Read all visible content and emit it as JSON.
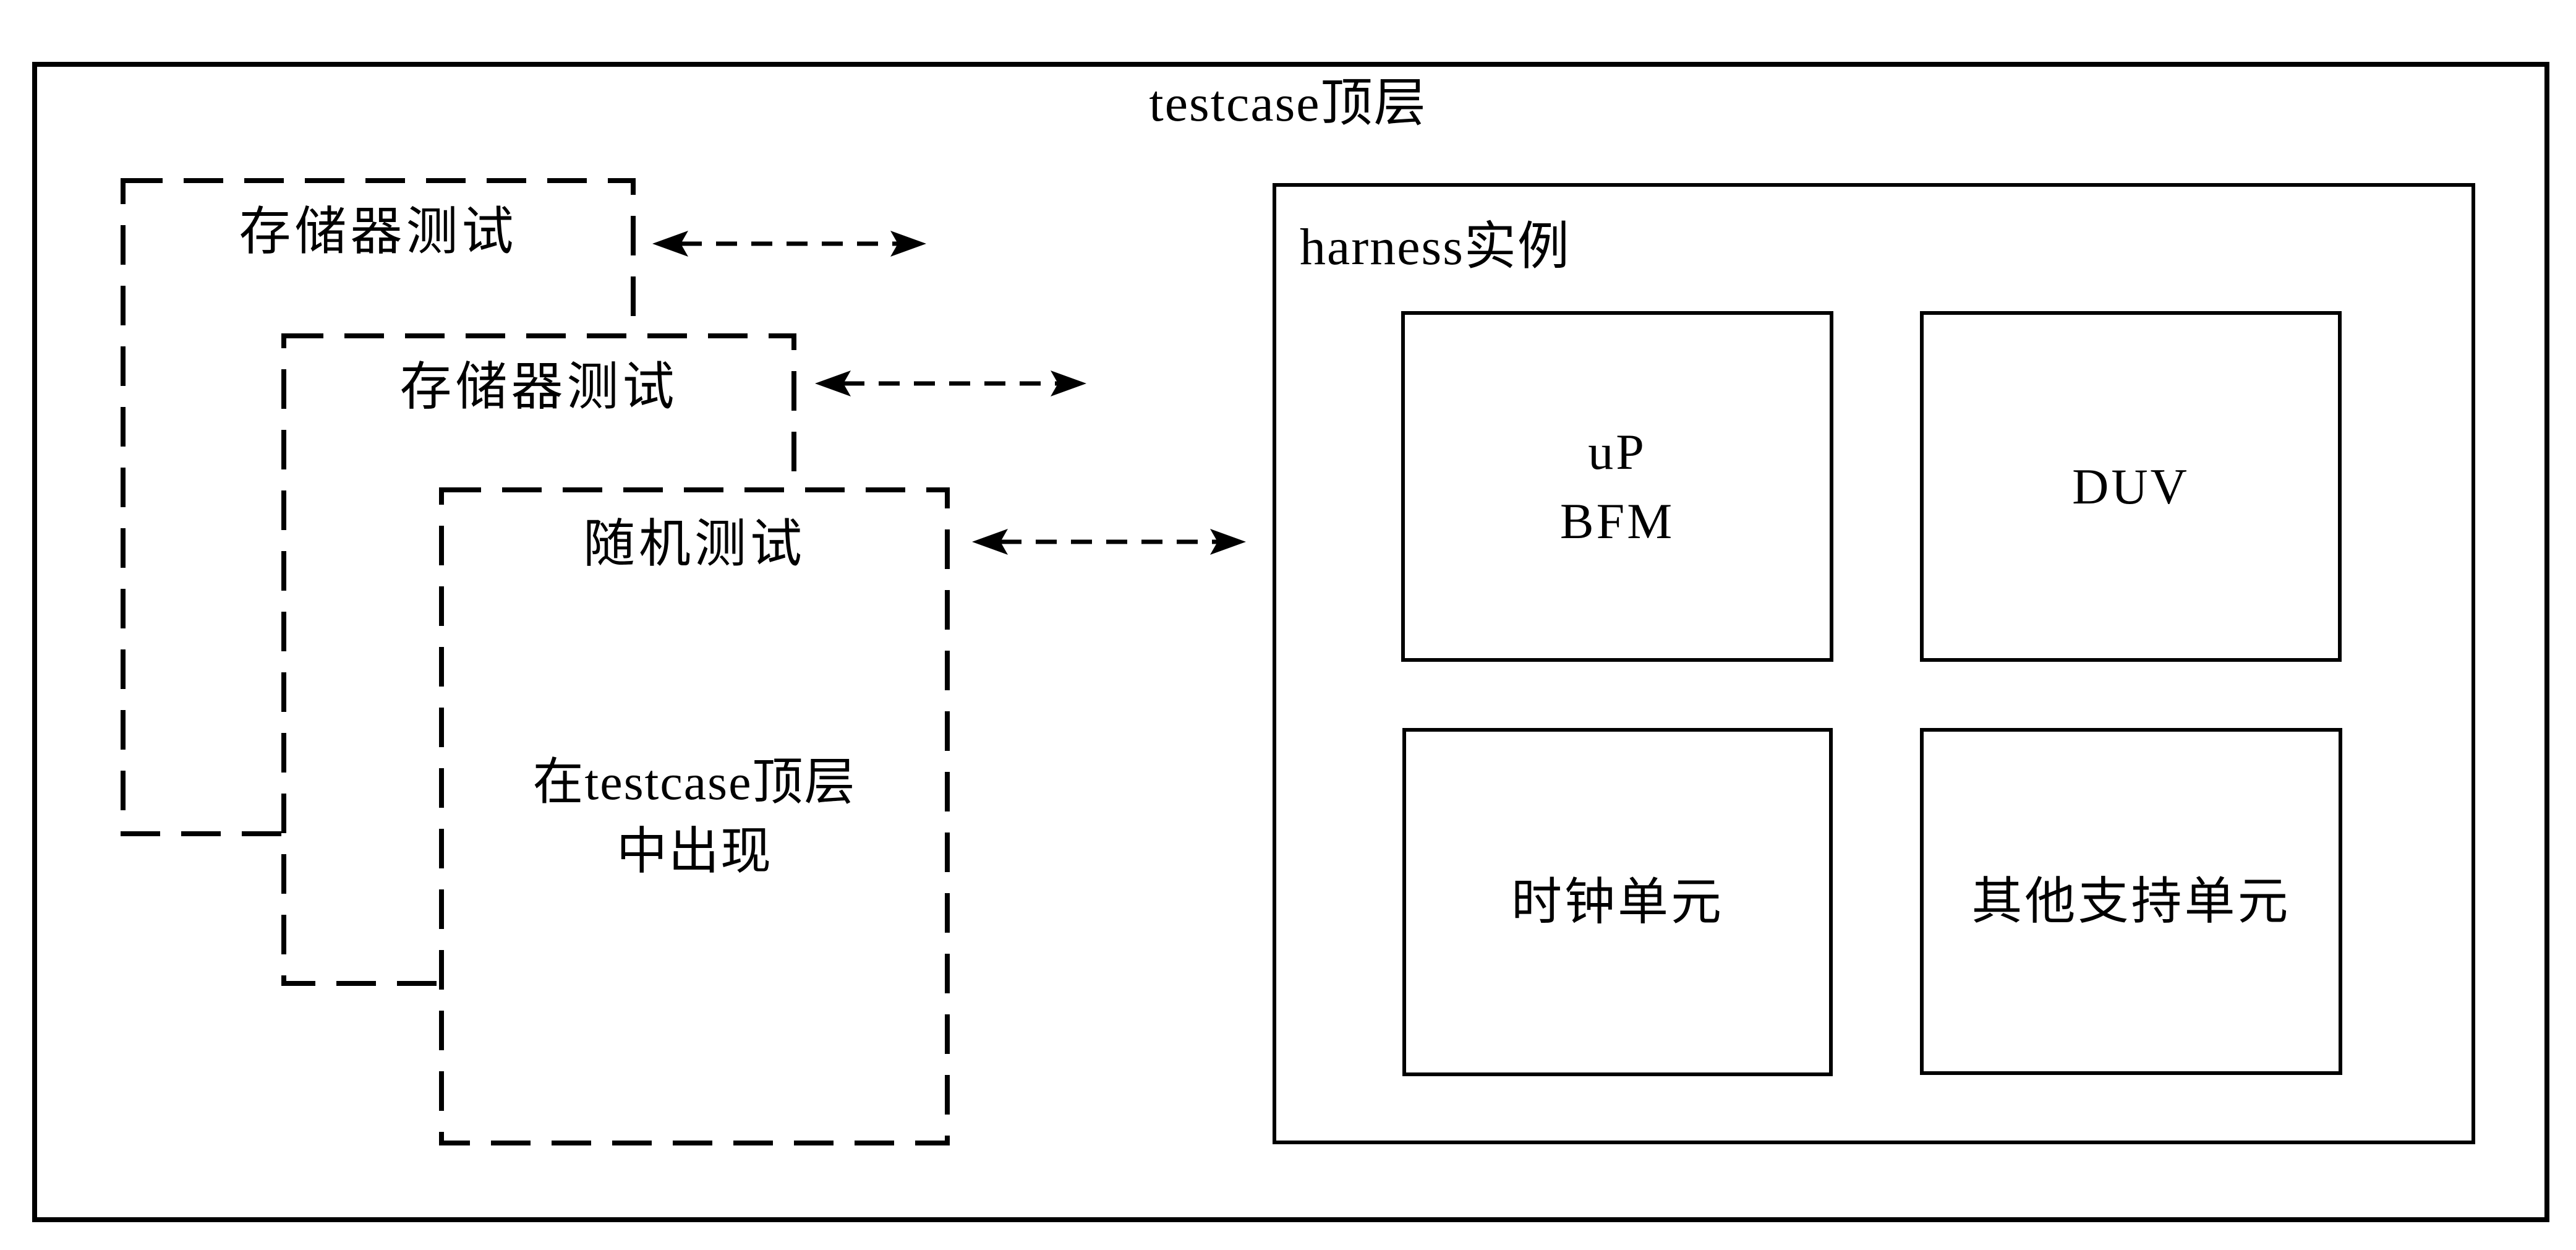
{
  "figure": {
    "title": "testcase顶层",
    "tests": [
      {
        "label": "存储器测试"
      },
      {
        "label": "存储器测试"
      },
      {
        "label": "随机测试",
        "note_line1": "在testcase顶层",
        "note_line2": "中出现"
      }
    ],
    "harness": {
      "label": "harness实例",
      "units": [
        {
          "line1": "uP",
          "line2": "BFM"
        },
        {
          "line1": "DUV"
        },
        {
          "line1": "时钟单元"
        },
        {
          "line1": "其他支持单元"
        }
      ]
    },
    "colors": {
      "line": "#000000",
      "background": "#ffffff"
    }
  }
}
